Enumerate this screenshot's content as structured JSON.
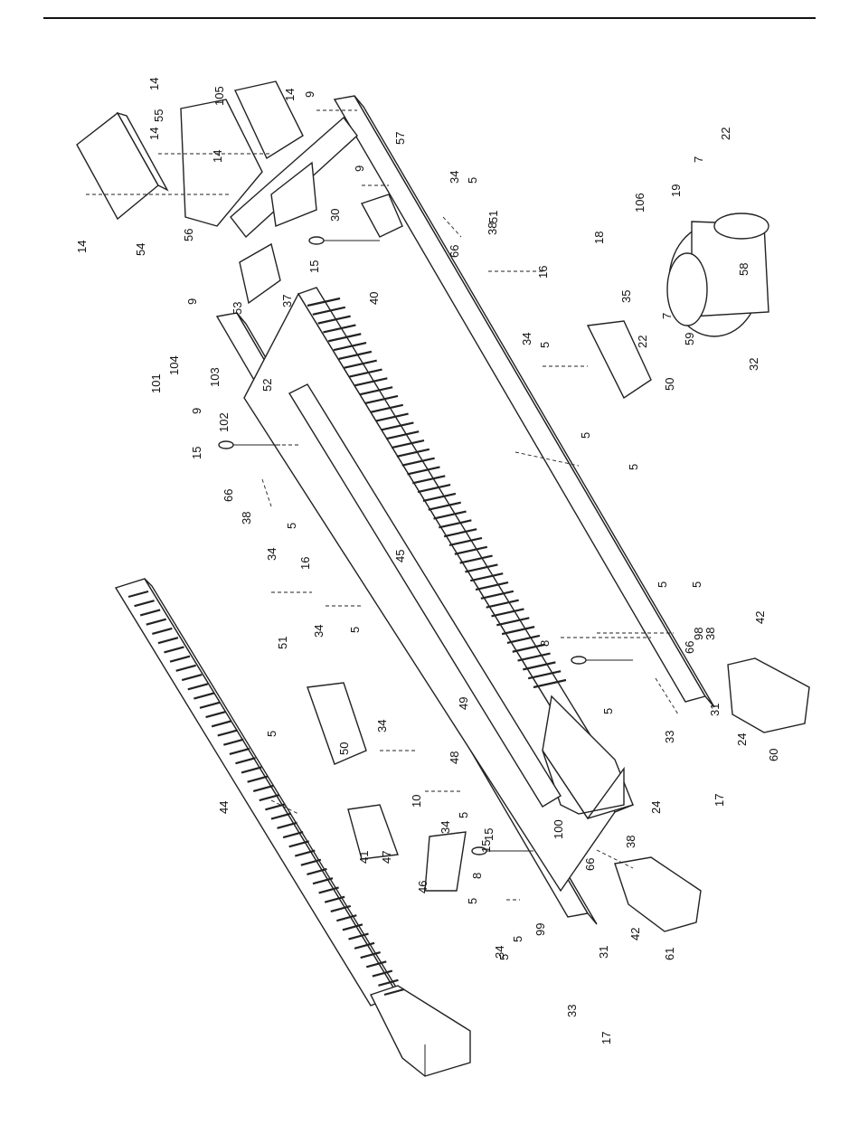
{
  "diagram": {
    "labels": [
      "14",
      "105",
      "14",
      "9",
      "55",
      "14",
      "14",
      "14",
      "14",
      "54",
      "56",
      "57",
      "9",
      "30",
      "34",
      "5",
      "51",
      "16",
      "38",
      "66",
      "15",
      "40",
      "9",
      "53",
      "37",
      "9",
      "101",
      "104",
      "103",
      "52",
      "102",
      "15",
      "66",
      "38",
      "5",
      "34",
      "16",
      "51",
      "34",
      "5",
      "45",
      "34",
      "5",
      "34",
      "5",
      "50",
      "5",
      "50",
      "5",
      "34",
      "5",
      "49",
      "48",
      "5",
      "34",
      "34",
      "5",
      "10",
      "41",
      "47",
      "46",
      "44",
      "15",
      "8",
      "98",
      "66",
      "38",
      "42",
      "60",
      "31",
      "24",
      "33",
      "17",
      "5",
      "8",
      "100",
      "66",
      "38",
      "24",
      "61",
      "42",
      "99",
      "31",
      "33",
      "17",
      "5",
      "34",
      "5",
      "22",
      "7",
      "19",
      "106",
      "18",
      "58",
      "35",
      "7",
      "22",
      "59",
      "32",
      "5",
      "5",
      "5",
      "15"
    ]
  }
}
